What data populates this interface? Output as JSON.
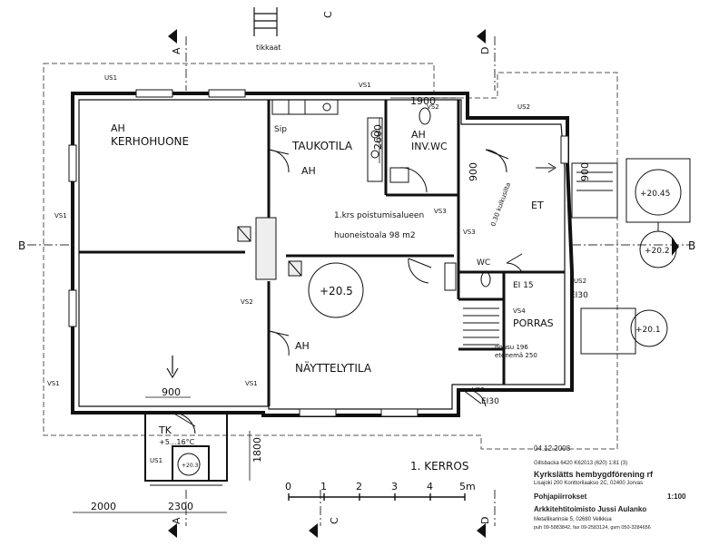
{
  "labels": {
    "ah1": "AH",
    "kerhohuone": "KERHOHUONE",
    "taukotila": "TAUKOTILA",
    "ah2": "AH",
    "ah3": "AH",
    "inv_wc": "INV.WC",
    "ah4": "AH",
    "nayttelytila": "NÄYTTELYTILA",
    "et": "ET",
    "porras": "PORRAS",
    "wc": "WC",
    "tk": "TK",
    "tk_temp": "+5...16°C",
    "sip": "Sip",
    "poistumis": "1.krs poistumisalueen",
    "huoneistoala": "huoneistoala 98 m2",
    "ei15": "EI 15",
    "ei30a": "EI30",
    "ei30b": "EI30",
    "stair_info": "nousu 196",
    "stair_info2": "etenemä 250",
    "ramp_note": "0.30 kulkusilta"
  },
  "dimensions": {
    "d1900": "1900",
    "d2600": "2600",
    "d900a": "900",
    "d900b": "900",
    "d900c": "900",
    "d1800": "1800",
    "d2000": "2000",
    "d2300": "2300"
  },
  "levels": {
    "l205": "+20.5",
    "l2045": "+20.45",
    "l202": "+20.2",
    "l201": "+20.1",
    "l203": "+20.3"
  },
  "wall_tags": {
    "vs1a": "VS1",
    "vs1b": "VS1",
    "vs1c": "VS1",
    "vs1d": "VS1",
    "vs2a": "VS2",
    "vs2b": "VS2",
    "vs2c": "VS2",
    "vs3a": "VS3",
    "vs3b": "VS3",
    "vs4": "VS4",
    "us1a": "US1",
    "us1b": "US1",
    "us2a": "US2",
    "us2b": "US2"
  },
  "sections": {
    "a_top": "A",
    "a_bottom": "A",
    "b_left": "B",
    "b_right": "B",
    "c_top": "C",
    "c_bottom": "C",
    "d_top": "D",
    "d_bottom": "D"
  },
  "floor_title": "1. KERROS",
  "entrance_label": "tikkaat",
  "scale_bar": {
    "ticks": [
      "0",
      "1",
      "2",
      "3",
      "4",
      "5m"
    ]
  },
  "title_block": {
    "date": "04.12.2008",
    "ref_line": "Gillsbacka 6420   K62013 (620)   1:81 (3)",
    "client": "Kyrkslätts hembygdförening rf",
    "address": "Lisajoki 200 Konttorilaakso 2C, 02400 Jorvas",
    "drawing": "Pohjapiirrokset",
    "scale": "1:100",
    "office": "Arkkitehtitoimisto Jussi Aulanko",
    "office_address": "Metallikarinsie 5, 02680 Velkkua",
    "phone": "puh 09-5883842, fax 09-2583124, gsm 050-3284656"
  }
}
